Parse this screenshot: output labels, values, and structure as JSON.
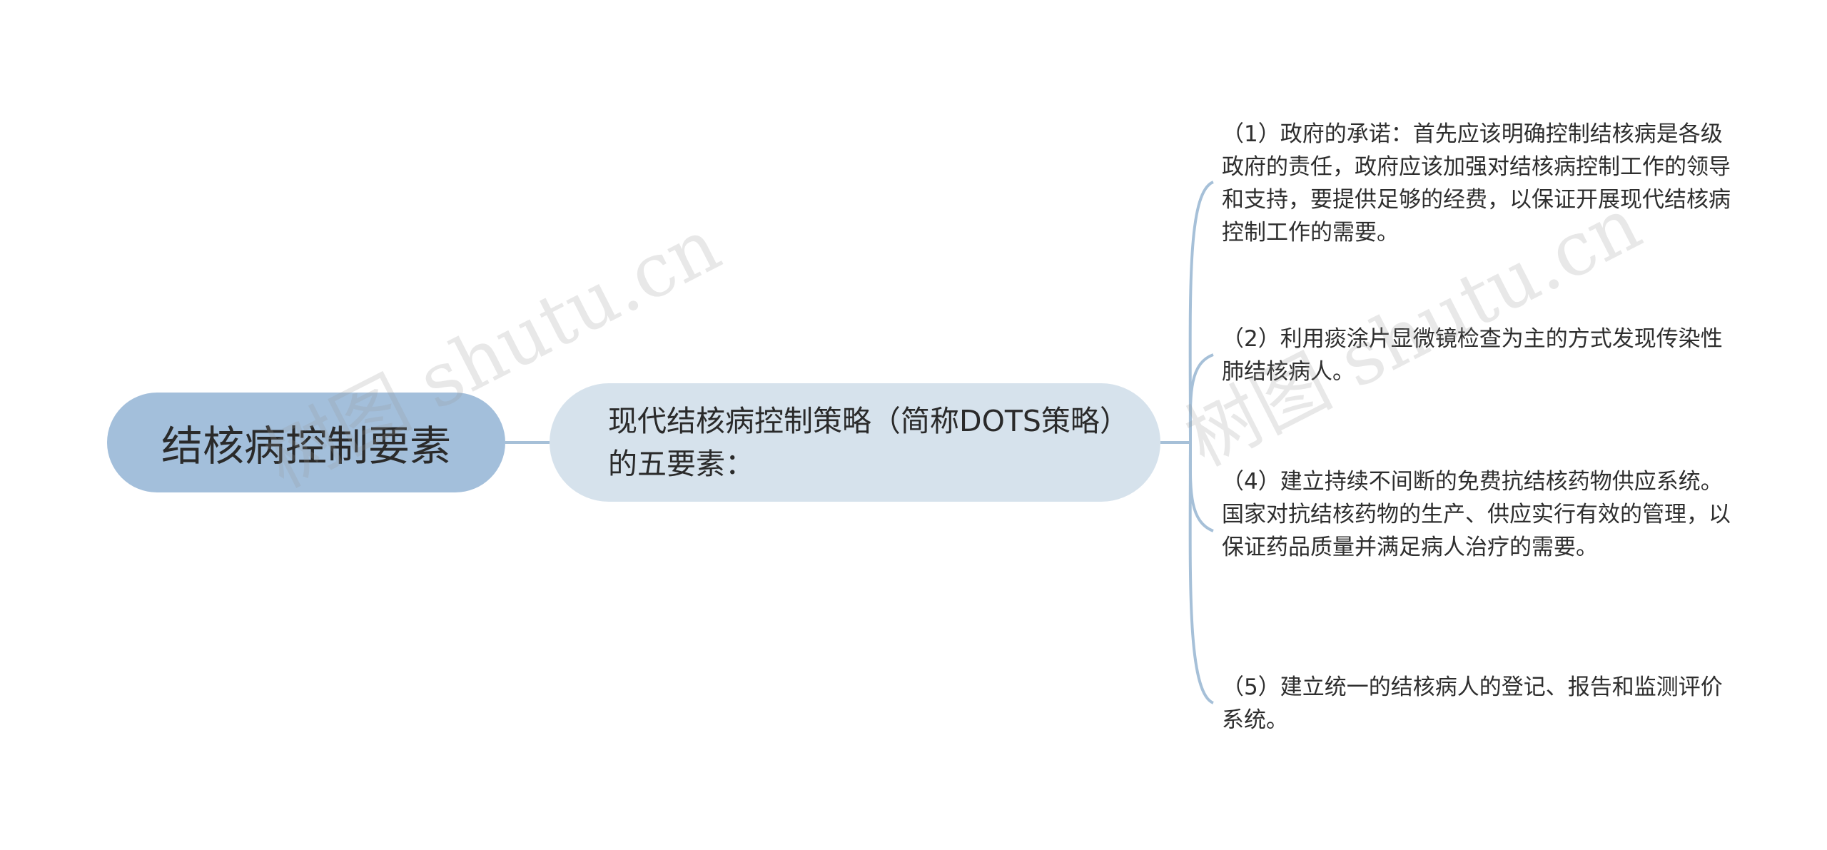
{
  "root": {
    "label": "结核病控制要素"
  },
  "branch": {
    "label": "现代结核病控制策略（简称DOTS策略）的五要素："
  },
  "items": [
    {
      "label": "（1）政府的承诺：首先应该明确控制结核病是各级政府的责任，政府应该加强对结核病控制工作的领导和支持，要提供足够的经费，以保证开展现代结核病控制工作的需要。"
    },
    {
      "label": "（2）利用痰涂片显微镜检查为主的方式发现传染性肺结核病人。"
    },
    {
      "label": "（4）建立持续不间断的免费抗结核药物供应系统。国家对抗结核药物的生产、供应实行有效的管理，以保证药品质量并满足病人治疗的需要。"
    },
    {
      "label": "（5）建立统一的结核病人的登记、报告和监测评价系统。"
    }
  ],
  "watermark": {
    "text": "树图 shutu.cn"
  },
  "colors": {
    "root_fill": "#a3bfdb",
    "branch_fill": "#d6e2ec",
    "connector": "#a6c0d8",
    "text": "#2b2b2b"
  }
}
